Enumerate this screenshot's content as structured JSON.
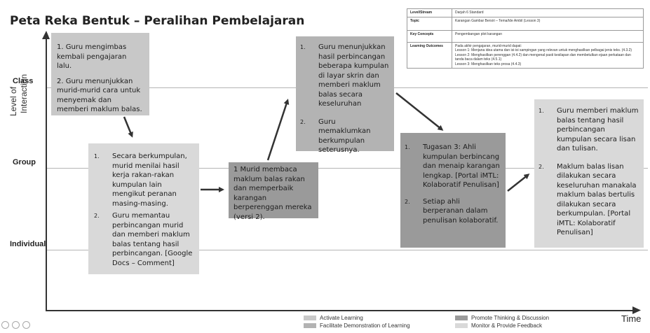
{
  "title": "Peta Reka Bentuk – Peralihan Pembelajaran",
  "y_axis": {
    "label_line1": "Level of",
    "label_line2": "Interaction"
  },
  "x_axis": {
    "label": "Time"
  },
  "levels": {
    "class": "Class",
    "group": "Group",
    "individual": "Individual"
  },
  "info_table": {
    "rows": [
      {
        "key": "Level/Stream",
        "value": "Darjah 6 Standard"
      },
      {
        "key": "Topic",
        "value": "Karangan Gambar Bersiri – Tema/Ide Ambil (Lesson 3)"
      },
      {
        "key": "Key Concepts",
        "value": "Pengembangan plot karangan"
      },
      {
        "key": "Learning Outcomes",
        "value": "Pada akhir pengajaran, murid-murid dapat:\nLesson 1: Menjana idea utama dan isi-isi sampingan yang relevan untuk menghasilkan pelbagai jenis teks. (4.3.2)\nLesson 2: Menghasilkan perenggan (4.4.2) dan mengenal pasti kesilapan dan membetulkan ejaan perkataan dan tanda baca dalam teks (4.5.1)\nLesson 3: Menghasilkan teks prosa (4.4.3)"
      }
    ]
  },
  "boxes": {
    "b1": {
      "p1": "1. Guru mengimbas kembali pengajaran lalu.",
      "p2": "2. Guru menunjukkan murid-murid cara untuk menyemak dan memberi maklum balas."
    },
    "b2": {
      "items": [
        "Secara berkumpulan, murid menilai hasil kerja rakan-rakan kumpulan lain mengikut peranan masing-masing.",
        "Guru memantau perbincangan murid dan memberi maklum balas tentang hasil perbincangan. [Google Docs – Comment]"
      ]
    },
    "b3": {
      "text": "1 Murid membaca maklum balas rakan dan memperbaik karangan berperenggan mereka (versi 2)."
    },
    "b4": {
      "items": [
        "Guru menunjukkan hasil perbincangan beberapa kumpulan di layar skrin dan memberi maklum balas secara keseluruhan",
        "Guru memaklumkan berkumpulan seterusnya."
      ]
    },
    "b5": {
      "items": [
        "Tugasan 3: Ahli kumpulan berbincang dan menaip karangan lengkap. [Portal iMTL: Kolaboratif Penulisan]",
        "Setiap ahli berperanan dalam penulisan kolaboratif."
      ]
    },
    "b6": {
      "items": [
        "Guru memberi maklum balas tentang hasil perbincangan kumpulan secara lisan dan tulisan.",
        "Maklum balas lisan dilakukan secara keseluruhan manakala maklum balas bertulis dilakukan secara berkumpulan. [Portal iMTL: Kolaboratif Penulisan]"
      ]
    }
  },
  "numbers": [
    "1.",
    "2."
  ],
  "legend": [
    {
      "label": "Activate Learning",
      "color": "#c8c8c8"
    },
    {
      "label": "Facilitate Demonstration of Learning",
      "color": "#b3b3b3"
    },
    {
      "label": "Promote Thinking & Discussion",
      "color": "#9a9a9a"
    },
    {
      "label": "Monitor & Provide Feedback",
      "color": "#d9d9d9"
    }
  ],
  "zoom_icons": [
    "zoom-in-icon",
    "zoom-out-icon",
    "zoom-reset-icon"
  ]
}
